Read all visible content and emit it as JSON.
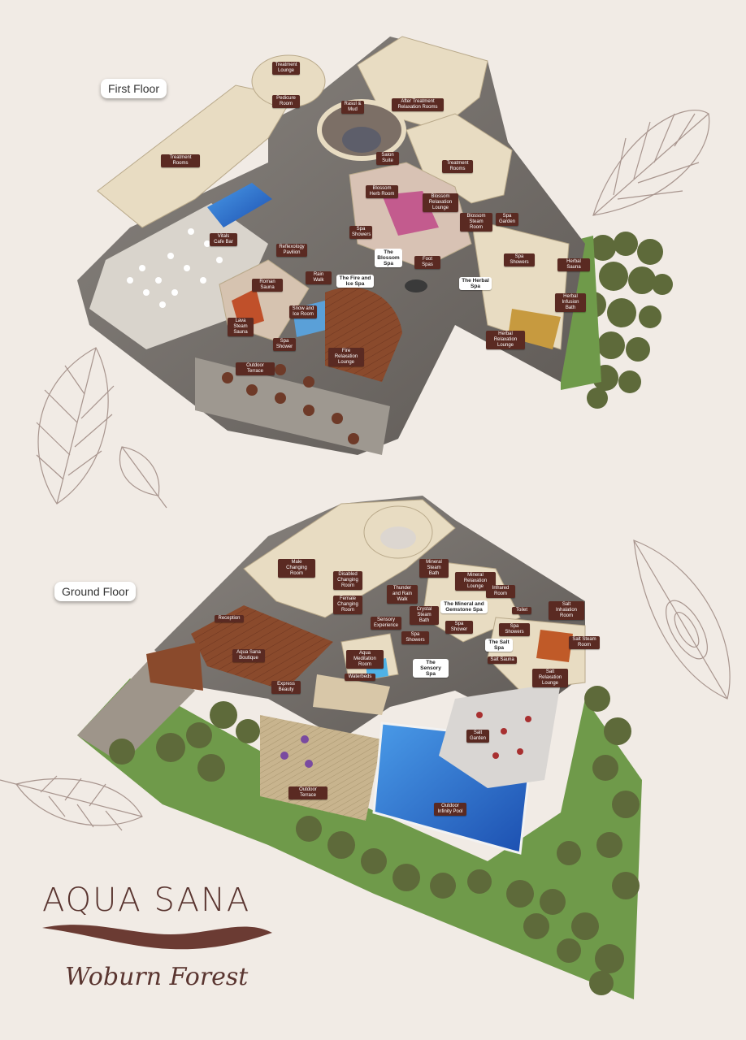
{
  "floors": {
    "first": {
      "title": "First Floor"
    },
    "ground": {
      "title": "Ground Floor"
    }
  },
  "first_floor_labels": [
    "Treatment Lounge",
    "Pedicure Room",
    "Rasul & Mud",
    "After Treatment Relaxation Rooms",
    "Treatment Rooms",
    "Treatment Rooms",
    "Blossom Relaxation Lounge",
    "Blossom Herb Room",
    "Blossom Steam Room",
    "Spa Garden",
    "Salon Suite",
    "Vitals Cafe Bar",
    "Reflexology Pavilion",
    "Spa Showers",
    "The Blossom Spa",
    "Foot Spas",
    "Spa Showers",
    "Herbal Sauna",
    "The Herbal Spa",
    "Roman Sauna",
    "Rain Walk",
    "The Fire and Ice Spa",
    "Snow and Ice Room",
    "Herbal Infusion Bath",
    "Lava Steam Sauna",
    "Spa Shower",
    "Fire Relaxation Lounge",
    "Herbal Relaxation Lounge",
    "Outdoor Terrace"
  ],
  "ground_floor_labels": [
    "Male Changing Room",
    "Mineral Steam Bath",
    "Mineral Relaxation Lounge",
    "Disabled Changing Room",
    "Thunder and Rain Walk",
    "Infrared Room",
    "Reception",
    "Female Changing Room",
    "The Mineral and Gemstone Spa",
    "Salt Inhalation Room",
    "Sensory Experience",
    "Crystal Steam Bath",
    "Spa Shower",
    "Toilet",
    "Spa Showers",
    "Spa Showers",
    "Aqua Sana Boutique",
    "Aqua Meditation Room",
    "The Salt Spa",
    "Salt Steam Room",
    "The Sensory Spa",
    "Salt Sauna",
    "Express Beauty",
    "Waterbeds",
    "Salt Relaxation Lounge",
    "Salt Garden",
    "Outdoor Terrace",
    "Outdoor Infinity Pool"
  ],
  "brand": {
    "name": "AQUA SANA",
    "location": "Woburn Forest"
  },
  "colors": {
    "background": "#f1ebe5",
    "label_bg": "#5a2a22",
    "brand": "#5a3530",
    "wall": "#e8dcc2",
    "floor_dark": "#6e6a66",
    "wood": "#8a4a2c",
    "grass": "#6f9a4a",
    "tree": "#5e6a3a",
    "pool": "#2f6fd0",
    "leaf_stroke": "#a8958e"
  }
}
